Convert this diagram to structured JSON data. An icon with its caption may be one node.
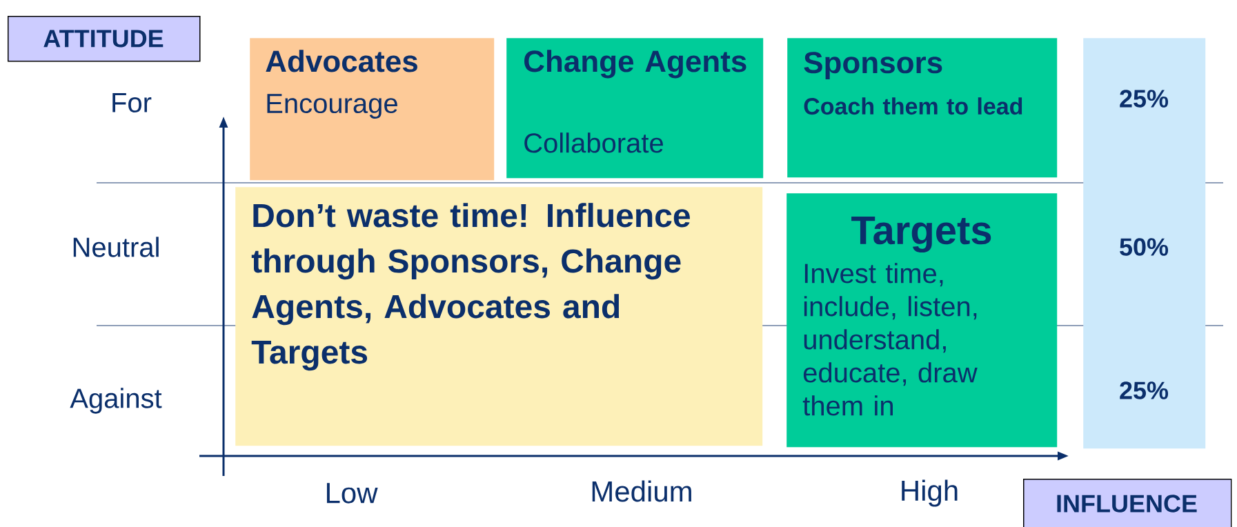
{
  "diagram": {
    "nodes": [
      {
        "text": [
          "ATTITUDE"
        ]
      },
      {
        "text": [
          "Advocates",
          "Encourage"
        ]
      },
      {
        "text": [
          "Change Agents",
          "Collaborate"
        ]
      },
      {
        "text": [
          "Sponsors",
          "Coach them to lead"
        ]
      },
      {
        "text": [
          "25%",
          "50%",
          "25%"
        ]
      },
      {
        "text": [
          "Don’t waste time! Influence through Sponsors, Change Agents, Advocates and Targets"
        ]
      },
      {
        "text": [
          "Targets",
          "Invest time, include, listen, understand, educate, draw them in"
        ]
      },
      {
        "text": [
          "INFLUENCE"
        ]
      }
    ],
    "labels": [
      "For",
      "Neutral",
      "Against",
      "Low",
      "Medium",
      "High"
    ]
  }
}
